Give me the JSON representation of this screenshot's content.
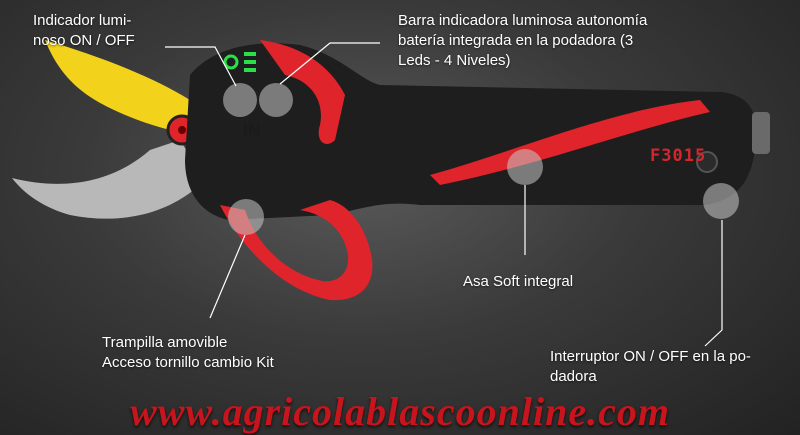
{
  "labels": {
    "indicator": "Indicador lumi-\nnoso ON / OFF",
    "battery_bar": "Barra indicadora luminosa autonomía\nbatería integrada en la podadora (3\nLeds - 4 Niveles)",
    "soft_handle": "Asa Soft integral",
    "trapdoor": "Trampilla amovible\nAcceso tornillo cambio Kit",
    "switch": "Interruptor  ON / OFF en la po-\ndadora"
  },
  "product": {
    "model": "F3015",
    "logo": "IN"
  },
  "watermark": "www.agricolablascoonline.com",
  "icons": [
    "power-led-icon",
    "battery-level-icon",
    "power-button-icon"
  ],
  "colors": {
    "body": "#1e1e1e",
    "accent_red": "#e0242b",
    "blade_yellow": "#f2d21a",
    "blade_steel": "#b8b8b8",
    "led_green": "#29e04a",
    "watermark_red": "#c8141c"
  }
}
